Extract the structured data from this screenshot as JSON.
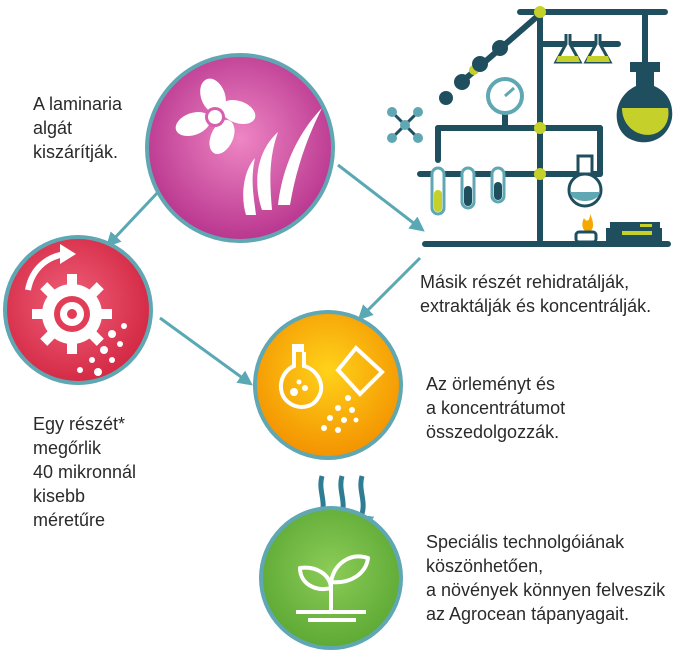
{
  "colors": {
    "arrow": "#5aa8b4",
    "circle_border": "#5fa7b3",
    "dry": "#c44fa0",
    "grind": "#e03a52",
    "mix": "#f5a800",
    "plant": "#6fb844",
    "lab_dark": "#1f4f5f",
    "lab_accent": "#c5d12a"
  },
  "steps": [
    {
      "id": "dry",
      "icon": "propeller-seaweed-icon",
      "text": "A laminaria\nalgát\nkiszárítják."
    },
    {
      "id": "rehydrate",
      "icon": "laboratory-equipment-icon",
      "text": "Másik részét rehidratálják,\nextraktálják és koncentrálják."
    },
    {
      "id": "grind",
      "icon": "gear-grinding-icon",
      "text": "Egy részét*\nmegőrlik\n40 mikronnál\nkisebb\nméretűre"
    },
    {
      "id": "mix",
      "icon": "flask-mixing-icon",
      "text": "Az örleményt és\na koncentrátumot\nösszedolgozzák."
    },
    {
      "id": "plant",
      "icon": "sprout-icon",
      "text": "Speciális technolgóiának\nköszönhetően,\na növények könnyen felveszik\naz Agrocean tápanyagait."
    }
  ]
}
